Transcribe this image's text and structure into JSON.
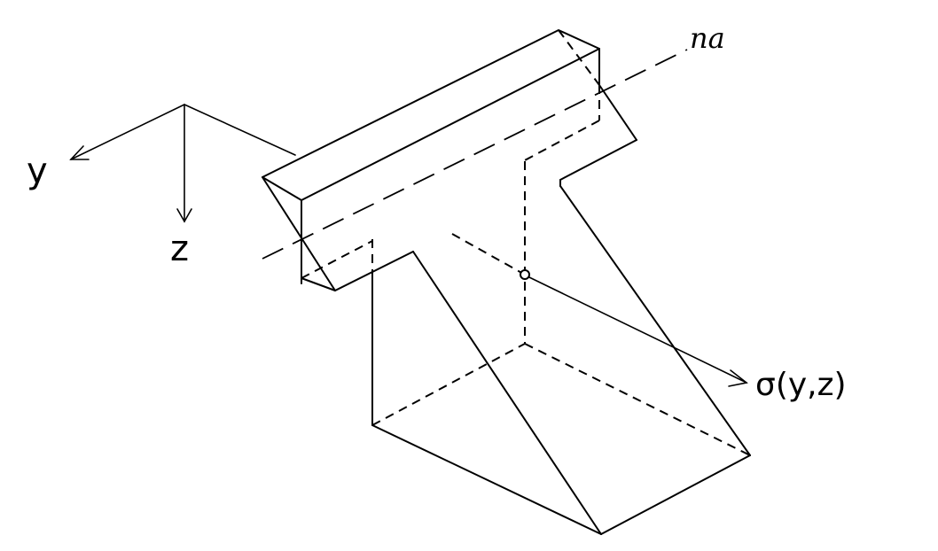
{
  "labels": {
    "y_axis": "y",
    "z_axis": "z",
    "neutral_axis": "na",
    "stress": "σ(y,z)"
  }
}
